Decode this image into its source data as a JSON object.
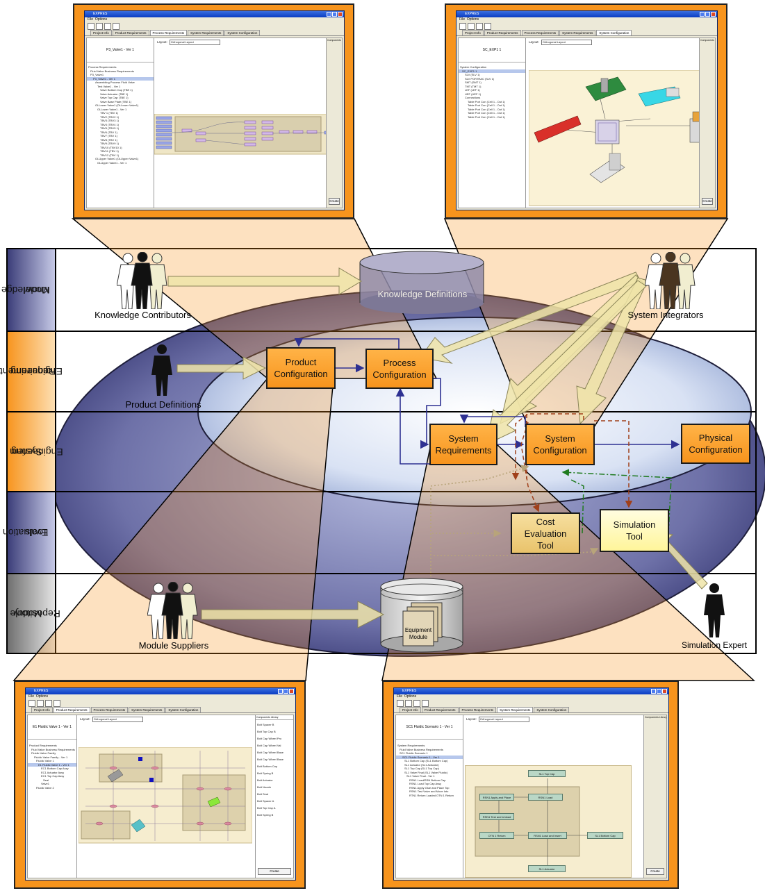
{
  "rows": [
    {
      "key": "knowledge",
      "label": "Knowledge Model",
      "lines": [
        "Knowledge",
        "Model"
      ]
    },
    {
      "key": "requirements",
      "label": "Requirements Engineering",
      "lines": [
        "Requirements",
        "Engineering"
      ]
    },
    {
      "key": "system",
      "label": "System Engineering",
      "lines": [
        "System",
        "Engineering"
      ]
    },
    {
      "key": "evaluation",
      "label": "Evaluation Tools",
      "lines": [
        "Evaluation",
        "Tools"
      ]
    },
    {
      "key": "module",
      "label": "Module Repository",
      "lines": [
        "Module",
        "Repository"
      ]
    }
  ],
  "actors": {
    "knowledge_contributors": "Knowledge Contributors",
    "system_integrators": "System Integrators",
    "product_definitions": "Product Definitions",
    "module_suppliers": "Module Suppliers",
    "simulation_expert": "Simulation Expert"
  },
  "stores": {
    "knowledge_definitions": "Knowledge Definitions",
    "equipment_module_line1": "Equipment",
    "equipment_module_line2": "Module"
  },
  "boxes": {
    "product_configuration": [
      "Product",
      "Configuration"
    ],
    "process_configuration": [
      "Process",
      "Configuration"
    ],
    "system_requirements": [
      "System",
      "Requirements"
    ],
    "system_configuration": [
      "System",
      "Configuration"
    ],
    "physical_configuration": [
      "Physical",
      "Configuration"
    ],
    "cost_evaluation_tool": [
      "Cost",
      "Evaluation",
      "Tool"
    ],
    "simulation_tool": [
      "Simulation",
      "Tool"
    ]
  },
  "colors": {
    "orange": "#f7941d",
    "ellipse_outer": "#4b4d8a",
    "ellipse_inner": "#c9d6ee",
    "arrow_tan": "#eee4a8",
    "flow_blue": "#2e3192",
    "dash_red": "#a0401a",
    "dash_green": "#1f7a1f",
    "dash_tan": "#b8a47a"
  },
  "screenshots": {
    "app_title": "EXPRES",
    "menu": [
      "File",
      "Options"
    ],
    "tabs": [
      "Project Info",
      "Product Requirements",
      "Process Requirements",
      "System Requirements",
      "System Configuration"
    ],
    "layout_label": "Layout:",
    "layout_value": "Orthogonal Layout",
    "create_label": "Create",
    "components_label": "Components Library",
    "top_left": {
      "active_tab": 2,
      "header": "P3_Valve1 - Ver 1",
      "tree": [
        "Process Requirements",
        "Fluid Valve Business Requirements",
        "P3_Valve1",
        "P3_Valve1 - Ver 1",
        "Assembling Process Fluid Valve",
        "Test Valve1 - Ver 1",
        "Valve Bottom Cap (TBE 1)",
        "Valve Actuator (TBE 1)",
        "Valve Top Cap (TBE 1)",
        "Valve Base Plate (TBE 1)",
        "OLLower Valve1 (OLLower Valve1)",
        "OLLower Valve1 - Ver 1",
        "TBV 1 (TBV 1)",
        "TBV2 (TBV2 1)",
        "TBV3 (TBV3 1)",
        "TBV4 (TBV4 1)",
        "TBV5 (TBV5 1)",
        "TBV6 (TBV 1)",
        "TBV7 (TBV 1)",
        "TBV8 (TBV 1)",
        "TBV9 (TBV9 1)",
        "TBV10 (TBV10 1)",
        "TBV11 (TBV 1)",
        "TBV12 (TBV 1)",
        "OLUpper Valve1 (OLUpper Valve1)",
        "OLUpper Valve1 - Ver 1"
      ]
    },
    "top_right": {
      "active_tab": 4,
      "header": "SC_EXP1 1",
      "tree": [
        "System Configuration",
        "SC_EXP1 1",
        "SLV (SLV 1)",
        "SLV PORTRAC (SLV 1)",
        "SMT (SMT 1)",
        "TMT (TMT 1)",
        "LEF (LEF 1)",
        "UEF (UEF 1)",
        "Connections",
        "Table Port Con (Cell 1 - Out 1)",
        "Table Port Con (Cell 1 - Out 1)",
        "Table Port Con (Cell 1 - Out 1)",
        "Table Port Con (Cell 1 - Out 1)",
        "Table Port Con (Cell 1 - Out 1)"
      ]
    },
    "bottom_left": {
      "active_tab": 1,
      "header": "E1 Fluidic Valve 1 - Ver 1",
      "tree": [
        "Product Requirements",
        "Fluid Valve Business Requirements",
        "Fluidic Valve Family",
        "Fluidic Valve Family - Ver 1",
        "Fluidic Valve 1",
        "E1 Fluidic Valve 1 - Ver 1",
        "EC1 Bottom Cap Assy",
        "EC1 Actuator Assy",
        "EC1 Top Cap Assy",
        "Seal",
        "Valve1",
        "Fluidic Valve 2"
      ],
      "library": [
        "Bolt Spacer B",
        "Bolt Top Cap B",
        "Bolt Cap Wheel Pro",
        "Bolt Cap Wheel Val",
        "Bolt Cap Wheel Base",
        "Bolt Cap Wheel Base",
        "Bolt Bottom Cap",
        "Bolt Spring B",
        "Bolt Actuator",
        "Bolt Nozzle",
        "Bolt Seal",
        "Bolt Spacer A",
        "Bolt Top Cap A",
        "Bolt Spring B"
      ]
    },
    "bottom_right": {
      "active_tab": 3,
      "header": "SC1 Fluidic Scenario 1 - Ver 1",
      "tree": [
        "System Requirements",
        "Fluid Valve Business Requirements",
        "SC1 Fluidic Scenario 1",
        "SC1 Fluidic Scenario 1 - Ver 1",
        "SL1 Bottom Cap (SL1 Bottom Cap)",
        "SL1 Actuator (SL1 Actuator)",
        "SL1 Top Cap (SL1 Top Cap)",
        "SL1 Valve Final (SL1 Valve Fluidic)",
        "SL1 Valve Final - Ver 1",
        "RSN1 Load/RSN Bottom Cap",
        "RSN1 Load Top Cap Assy",
        "RSN1 Apply Glue and Place Top",
        "RSN1 Test Valve and Move Into",
        "RTN1 Return Loaded OTN 1 Return"
      ],
      "nodes": [
        "SL1 Top Cap",
        "RSN1 Apply and Place",
        "RSN1 Load",
        "RSN1 Test and Unload",
        "OTN 1 Return",
        "RSN1 Load and Insert",
        "SL1 Bottom Cap",
        "SL1 Actuator"
      ]
    }
  }
}
